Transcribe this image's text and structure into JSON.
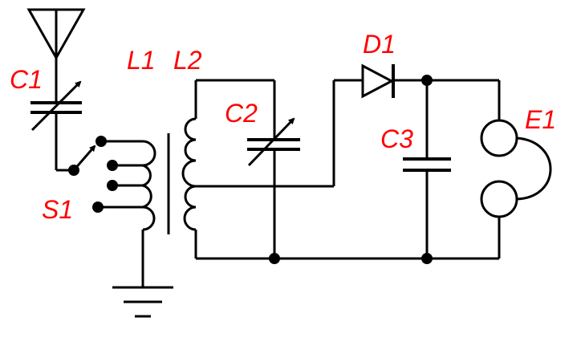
{
  "labels": {
    "c1": "C1",
    "l1": "L1",
    "l2": "L2",
    "s1": "S1",
    "c2": "C2",
    "d1": "D1",
    "c3": "C3",
    "e1": "E1"
  },
  "colors": {
    "label": "#ff0000",
    "wire": "#000000",
    "background": "#ffffff"
  }
}
